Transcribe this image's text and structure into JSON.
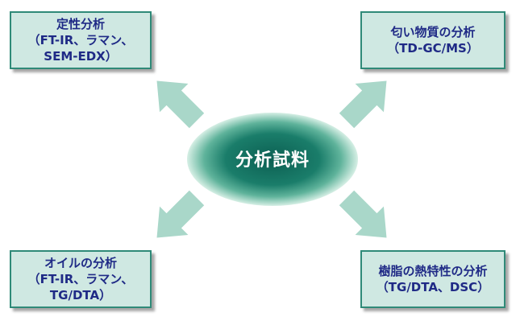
{
  "center": {
    "label": "分析試料"
  },
  "boxes": {
    "top_left": {
      "line1": "定性分析",
      "line2": "（FT-IR、ラマン、",
      "line3": "SEM-EDX）"
    },
    "top_right": {
      "line1": "匂い物質の分析",
      "line2": "（TD-GC/MS）"
    },
    "bottom_left": {
      "line1": "オイルの分析",
      "line2": "（FT-IR、ラマン、",
      "line3": "TG/DTA）"
    },
    "bottom_right": {
      "line1": "樹脂の熱特性の分析",
      "line2": "（TG/DTA、DSC）"
    }
  },
  "colors": {
    "box_fill": "#cfe8e2",
    "box_border": "#2f8a78",
    "text": "#1f2a86",
    "arrow": "#a9d7c9",
    "ellipse_center": "#0f6a5a",
    "ellipse_edge": "#c4e6d8"
  }
}
